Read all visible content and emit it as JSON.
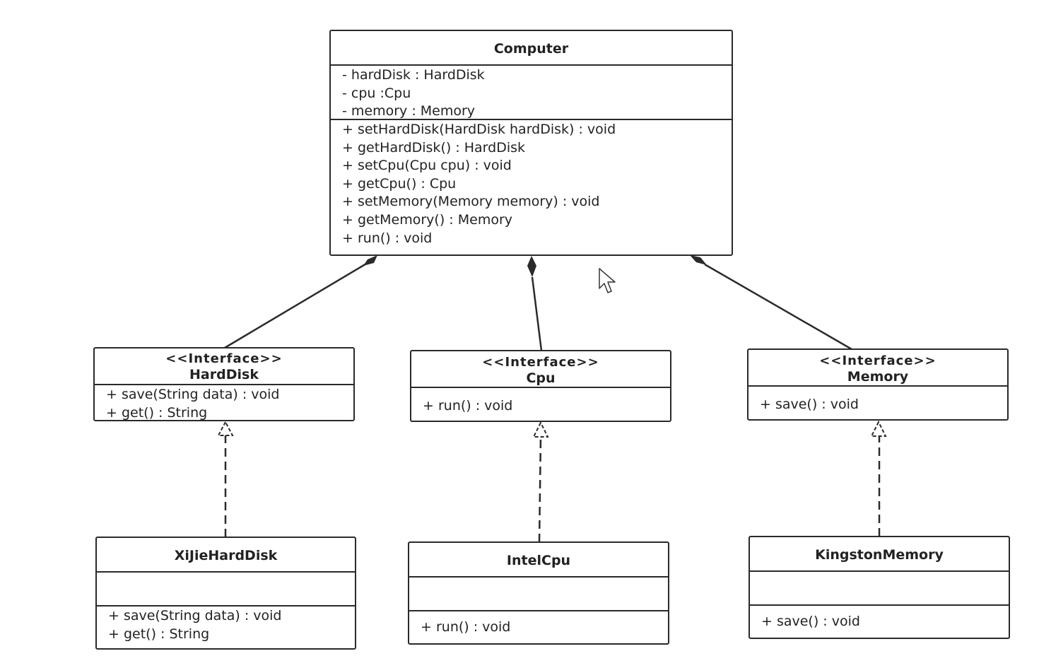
{
  "computer": {
    "name": "Computer",
    "attributes": [
      "- hardDisk : HardDisk",
      "- cpu :Cpu",
      "- memory : Memory"
    ],
    "methods": [
      "+ setHardDisk(HardDisk hardDisk) : void",
      "+ getHardDisk() : HardDisk",
      "+ setCpu(Cpu cpu) : void",
      "+ getCpu() : Cpu",
      "+ setMemory(Memory memory) : void",
      "+ getMemory() : Memory",
      "+ run() : void"
    ]
  },
  "interfaces": {
    "harddisk": {
      "stereotype": "<<Interface>>",
      "name": "HardDisk",
      "methods": [
        "+ save(String data) : void",
        "+ get() : String"
      ]
    },
    "cpu": {
      "stereotype": "<<Interface>>",
      "name": "Cpu",
      "methods": [
        "+ run() : void"
      ]
    },
    "memory": {
      "stereotype": "<<Interface>>",
      "name": "Memory",
      "methods": [
        "+ save() : void"
      ]
    }
  },
  "classes": {
    "xijie": {
      "name": "XiJieHardDisk",
      "methods": [
        "+ save(String data) : void",
        "+ get() : String"
      ]
    },
    "intel": {
      "name": "IntelCpu",
      "methods": [
        "+ run() : void"
      ]
    },
    "kingston": {
      "name": "KingstonMemory",
      "methods": [
        "+ save() : void"
      ]
    }
  },
  "relationships": [
    {
      "type": "composition",
      "whole": "Computer",
      "part": "HardDisk"
    },
    {
      "type": "composition",
      "whole": "Computer",
      "part": "Cpu"
    },
    {
      "type": "composition",
      "whole": "Computer",
      "part": "Memory"
    },
    {
      "type": "realization",
      "from": "XiJieHardDisk",
      "to": "HardDisk"
    },
    {
      "type": "realization",
      "from": "IntelCpu",
      "to": "Cpu"
    },
    {
      "type": "realization",
      "from": "KingstonMemory",
      "to": "Memory"
    }
  ],
  "colors": {
    "stroke": "#2a2a2a",
    "background": "#ffffff",
    "text": "#222222"
  }
}
